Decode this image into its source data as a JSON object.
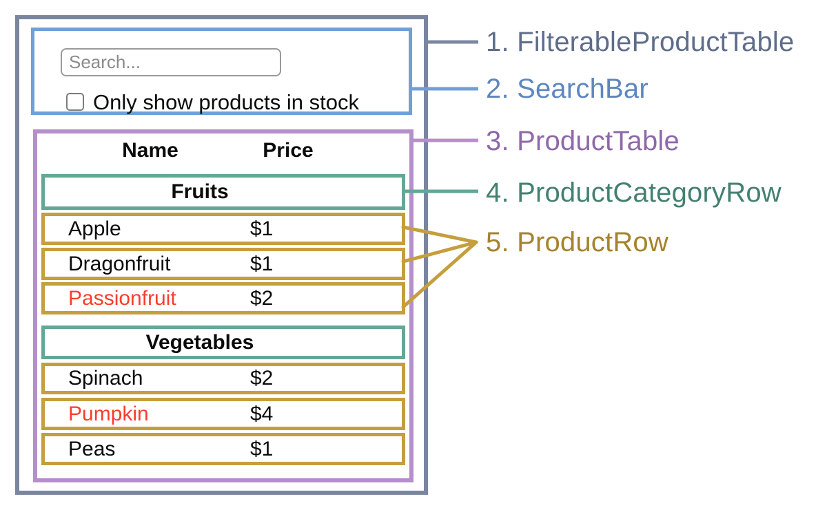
{
  "colors": {
    "outline-gray": "#7A86A0",
    "label-gray": "#5F6D8A",
    "outline-blue": "#6FA0D8",
    "label-blue": "#5E86BF",
    "outline-purple": "#B58FCC",
    "label-purple": "#8E68A8",
    "outline-teal": "#63A797",
    "label-teal": "#44806F",
    "outline-gold": "#C59E3E",
    "label-gold": "#A5832C",
    "out-of-stock-red": "#FB3C2C",
    "text-black": "#0B0B0B",
    "placeholder-gray": "#8B8B8B",
    "input-border": "#9A9A9A",
    "checkbox-border": "#7C7C7C"
  },
  "search_bar": {
    "placeholder": "Search...",
    "checkbox_label": "Only show products in stock",
    "checkbox_checked": false
  },
  "product_table": {
    "header": {
      "name": "Name",
      "price": "Price"
    },
    "sections": [
      {
        "category": "Fruits",
        "rows": [
          {
            "name": "Apple",
            "price": "$1",
            "in_stock": true
          },
          {
            "name": "Dragonfruit",
            "price": "$1",
            "in_stock": true
          },
          {
            "name": "Passionfruit",
            "price": "$2",
            "in_stock": false
          }
        ]
      },
      {
        "category": "Vegetables",
        "rows": [
          {
            "name": "Spinach",
            "price": "$2",
            "in_stock": true
          },
          {
            "name": "Pumpkin",
            "price": "$4",
            "in_stock": false
          },
          {
            "name": "Peas",
            "price": "$1",
            "in_stock": true
          }
        ]
      }
    ]
  },
  "legend": [
    {
      "label": "1. FilterableProductTable"
    },
    {
      "label": "2. SearchBar"
    },
    {
      "label": "3. ProductTable"
    },
    {
      "label": "4. ProductCategoryRow"
    },
    {
      "label": "5. ProductRow"
    }
  ]
}
